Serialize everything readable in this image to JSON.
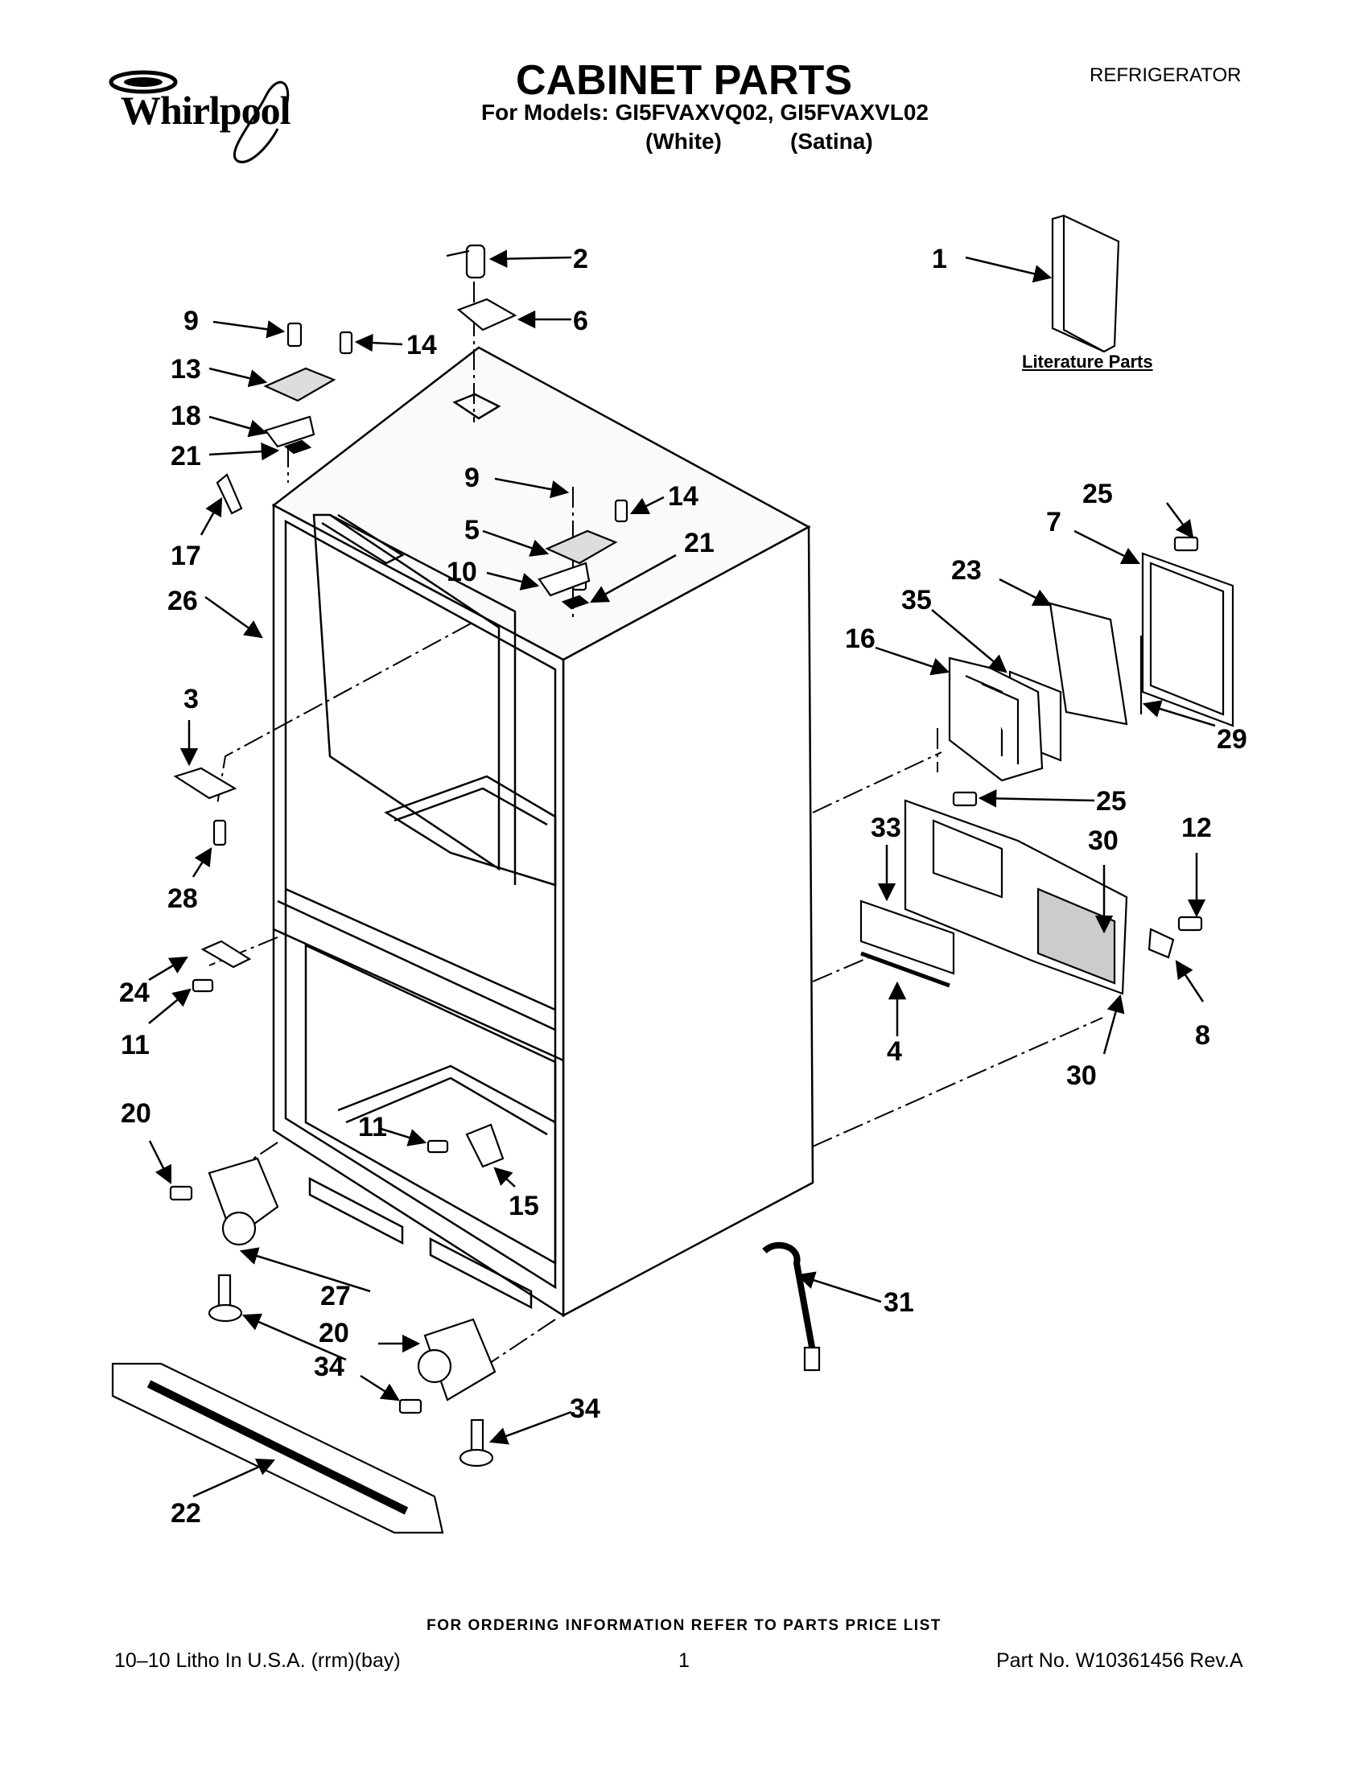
{
  "header": {
    "brand": "Whirlpool",
    "title": "CABINET PARTS",
    "models_line": "For Models: GI5FVAXVQ02, GI5FVAXVL02",
    "variant_white": "(White)",
    "variant_satina": "(Satina)",
    "category": "REFRIGERATOR"
  },
  "literature_label": "Literature Parts",
  "callouts": [
    "1",
    "2",
    "6",
    "9",
    "14",
    "13",
    "18",
    "21",
    "17",
    "26",
    "9",
    "14",
    "5",
    "10",
    "21",
    "3",
    "28",
    "24",
    "11",
    "20",
    "27",
    "20",
    "34",
    "22",
    "11",
    "15",
    "34",
    "31",
    "25",
    "7",
    "23",
    "35",
    "16",
    "29",
    "25",
    "33",
    "30",
    "12",
    "4",
    "8",
    "30"
  ],
  "footer": {
    "ordering": "FOR ORDERING INFORMATION REFER TO PARTS PRICE LIST",
    "litho": "10–10 Litho In U.S.A. (rrm)(bay)",
    "page": "1",
    "part_no": "Part No. W10361456 Rev.A"
  }
}
